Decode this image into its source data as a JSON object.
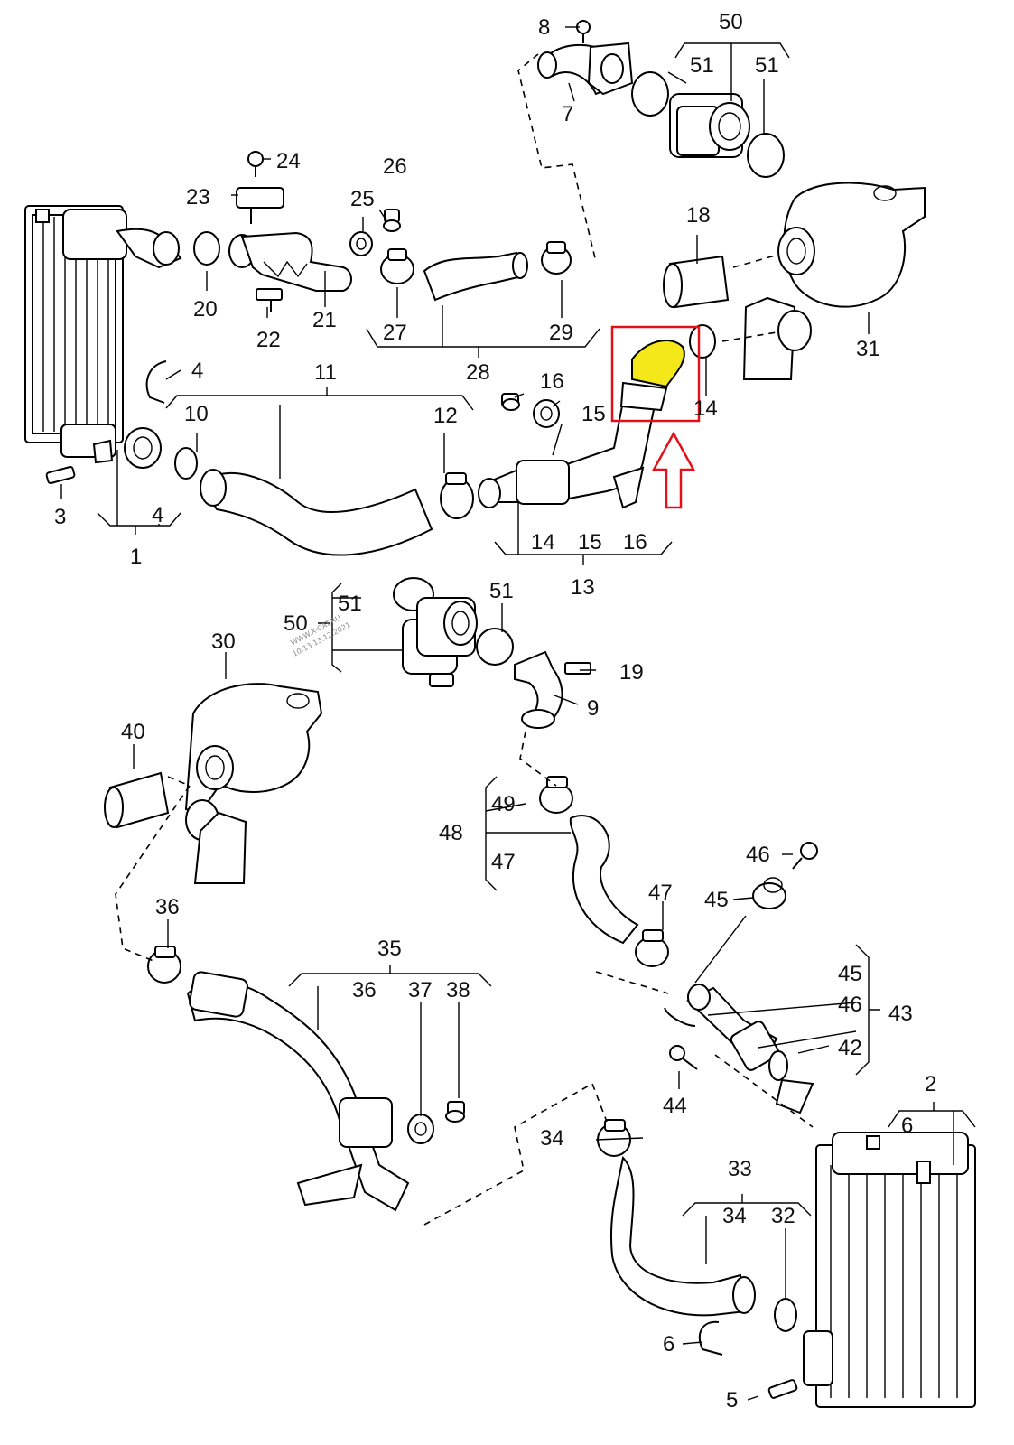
{
  "diagram": {
    "callouts": {
      "c1": "1",
      "c2": "2",
      "c3": "3",
      "c4a": "4",
      "c4b": "4",
      "c5": "5",
      "c6a": "6",
      "c6b": "6",
      "c7": "7",
      "c8": "8",
      "c9": "9",
      "c10": "10",
      "c11": "11",
      "c12": "12",
      "c13": "13",
      "c14a": "14",
      "c14b": "14",
      "c15a": "15",
      "c15b": "15",
      "c16a": "16",
      "c16b": "16",
      "c18": "18",
      "c19": "19",
      "c20": "20",
      "c21": "21",
      "c22": "22",
      "c23": "23",
      "c24": "24",
      "c25": "25",
      "c26": "26",
      "c27": "27",
      "c28": "28",
      "c29": "29",
      "c30": "30",
      "c31": "31",
      "c32": "32",
      "c33": "33",
      "c34a": "34",
      "c34b": "34",
      "c35": "35",
      "c36a": "36",
      "c36b": "36",
      "c37": "37",
      "c38": "38",
      "c40": "40",
      "c42": "42",
      "c43": "43",
      "c44": "44",
      "c45a": "45",
      "c45b": "45",
      "c46a": "46",
      "c46b": "46",
      "c47a": "47",
      "c47b": "47",
      "c48": "48",
      "c49": "49",
      "c50a": "50",
      "c50b": "50",
      "c51a": "51",
      "c51b": "51",
      "c51c": "51",
      "c51d": "51"
    },
    "watermark": {
      "line1": "WWW.X-CAT.RU",
      "line2": "10:13 13.12.2021"
    },
    "highlight": {
      "fill_color": "#f5e81a",
      "frame_color": "#e3101a"
    }
  }
}
